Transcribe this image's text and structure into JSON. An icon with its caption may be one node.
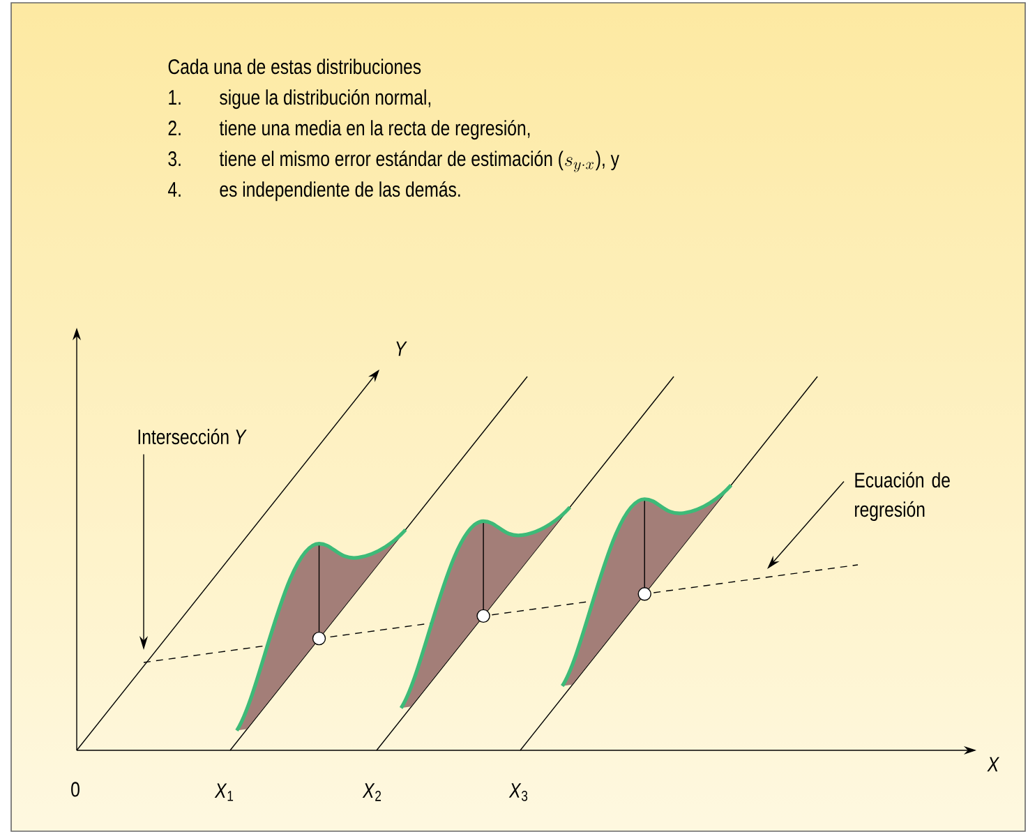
{
  "diagram": {
    "nodes": [
      {
        "text": [
          "Intersección *Y*"
        ]
      },
      {
        "text": [
          "Ecuación de regresión"
        ]
      }
    ],
    "edges": [
      {
        "from": 0,
        "to": null,
        "arrow": "to"
      },
      {
        "from": 1,
        "to": null,
        "arrow": "to"
      }
    ],
    "labels": [
      "Cada una de estas distribuciones",
      "1.",
      "sigue la distribución normal,",
      "2.",
      "tiene una media en la recta de regresión,",
      "3.",
      "tiene el mismo error estándar de estimación (",
      "s_{y \\cdot x}",
      "), y",
      "4.",
      "es independiente de las demás.",
      "Y",
      "X",
      "0",
      "*X*$_{1}$",
      "*X*$_{2}$",
      "*X*$_{3}$"
    ]
  }
}
